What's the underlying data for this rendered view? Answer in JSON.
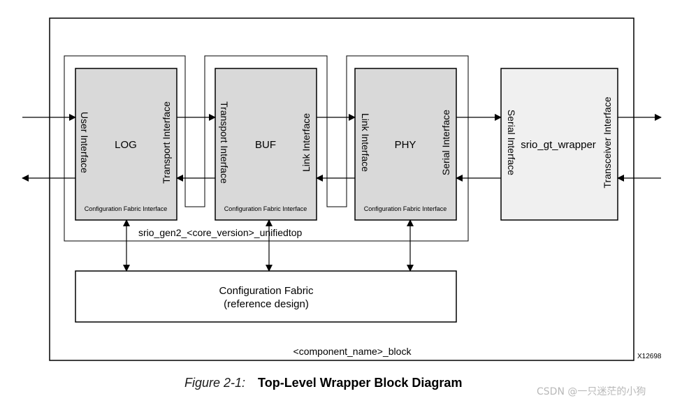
{
  "diagram": {
    "outer_block_label": "<component_name>_block",
    "unifiedtop_label": "srio_gen2_<core_version>_unifiedtop",
    "figure_id": "X12698",
    "log": {
      "title": "LOG",
      "left_interface": "User Interface",
      "right_interface": "Transport Interface",
      "config_interface": "Configuration Fabric Interface"
    },
    "buf": {
      "title": "BUF",
      "left_interface": "Transport Interface",
      "right_interface": "Link Interface",
      "config_interface": "Configuration Fabric Interface"
    },
    "phy": {
      "title": "PHY",
      "left_interface": "Link Interface",
      "right_interface": "Serial Interface",
      "config_interface": "Configuration Fabric Interface"
    },
    "gt_wrapper": {
      "title": "srio_gt_wrapper",
      "left_interface": "Serial Interface",
      "right_interface": "Transceiver Interface"
    },
    "config_fabric": {
      "line1": "Configuration Fabric",
      "line2": "(reference design)"
    },
    "colors": {
      "core_block_fill": "#d9d9d9",
      "gt_wrapper_fill": "#f0f0f0",
      "line": "#000000"
    }
  },
  "caption": {
    "number": "Figure 2-1:",
    "title": "Top-Level Wrapper Block Diagram"
  },
  "watermark": "CSDN @一只迷茫的小狗"
}
